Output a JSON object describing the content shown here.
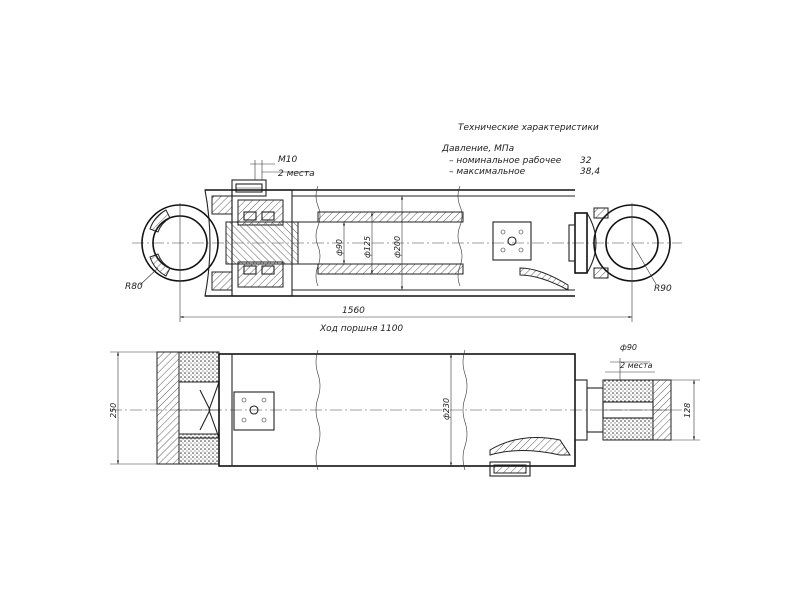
{
  "specs": {
    "title": "Технические характеристики",
    "pressure_label": "Давление, МПа",
    "nominal_label": "– номинальное рабочее",
    "nominal_value": "32",
    "max_label": "– максимальное",
    "max_value": "38,4"
  },
  "dims": {
    "m10": "М10",
    "two_places_top": "2 места",
    "r80": "R80",
    "r90": "R90",
    "d90": "ф90",
    "d125": "ф125",
    "d200": "ф200",
    "length": "1560",
    "stroke": "Ход поршня 1100",
    "h250": "250",
    "d230": "ф230",
    "d90_bottom": "ф90",
    "two_places_bottom": "2 места",
    "h128": "128"
  }
}
